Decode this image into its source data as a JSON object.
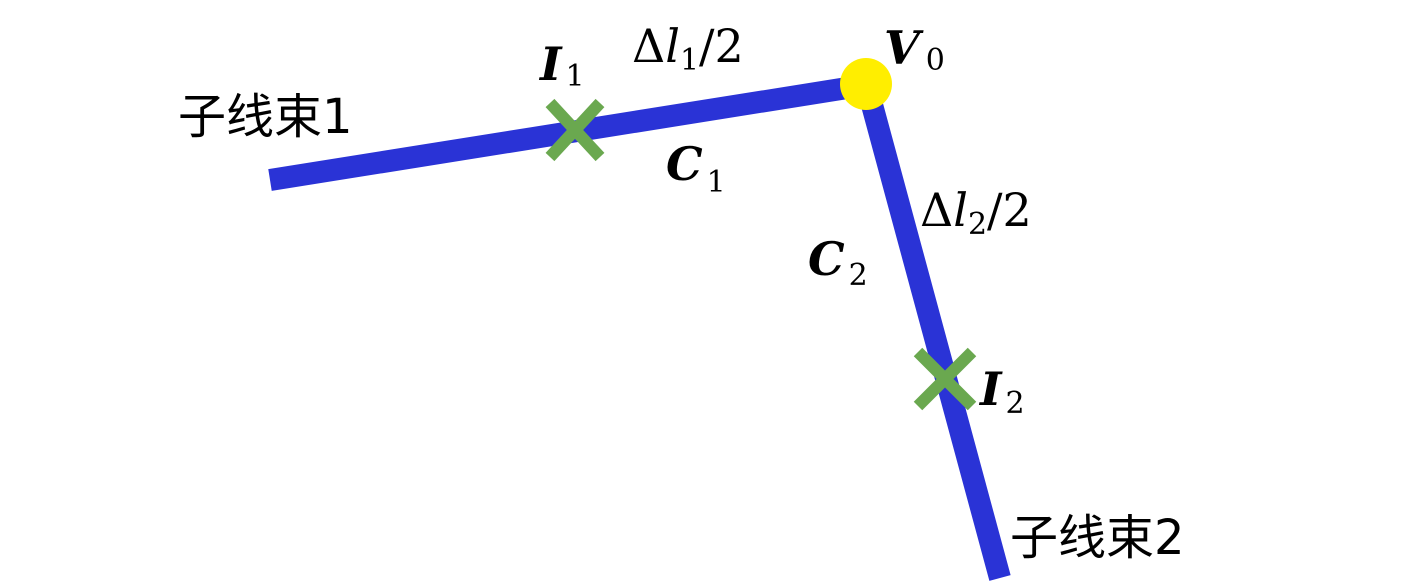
{
  "labels": {
    "subbundle1": "子线束1",
    "subbundle2": "子线束2",
    "v0": {
      "main": "V",
      "sub": "0"
    },
    "i1": {
      "main": "I",
      "sub": "1"
    },
    "i2": {
      "main": "I",
      "sub": "2"
    },
    "c1": {
      "main": "C",
      "sub": "1"
    },
    "c2": {
      "main": "C",
      "sub": "2"
    },
    "dl1": {
      "delta": "Δ",
      "var": "l",
      "sub": "1",
      "tail": "/2"
    },
    "dl2": {
      "delta": "Δ",
      "var": "l",
      "sub": "2",
      "tail": "/2"
    }
  },
  "colors": {
    "bundle": "#2a33d6",
    "cross": "#6aa84f",
    "vertex": "#ffee00"
  }
}
